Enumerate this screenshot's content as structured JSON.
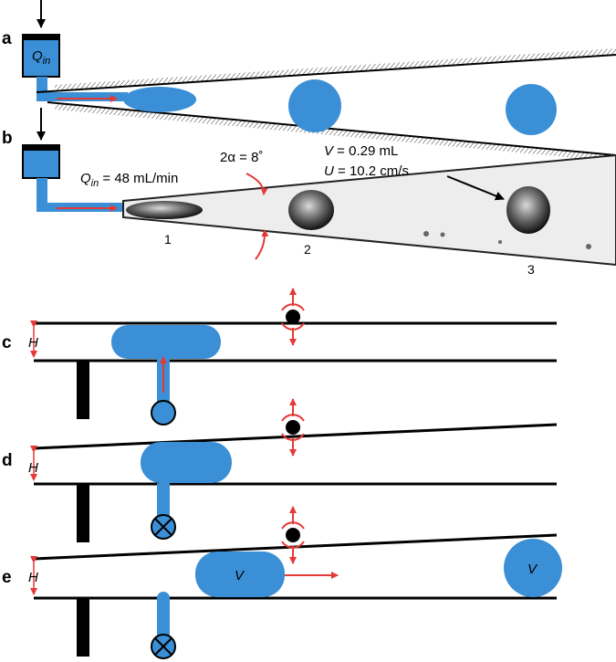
{
  "panels": {
    "a": {
      "label": "a"
    },
    "b": {
      "label": "b",
      "tick_labels": [
        "1",
        "2",
        "3"
      ]
    },
    "c": {
      "label": "c"
    },
    "d": {
      "label": "d"
    },
    "e": {
      "label": "e"
    }
  },
  "inflow_symbol": {
    "base": "Q",
    "sub": "in"
  },
  "flow_rate": {
    "text": " = 48 mL/min"
  },
  "angle": {
    "text": "2α = 8˚"
  },
  "volume": {
    "symbol": "V",
    "text": " = 0.29 mL"
  },
  "velocity": {
    "symbol": "U",
    "text": " = 10.2 cm/s"
  },
  "gap_symbol": "H",
  "drop_symbol": "V",
  "colors": {
    "water": "#3a8fd6",
    "arrow": "#e53935",
    "ink": "#000000",
    "photo_bg": "#ededed"
  }
}
